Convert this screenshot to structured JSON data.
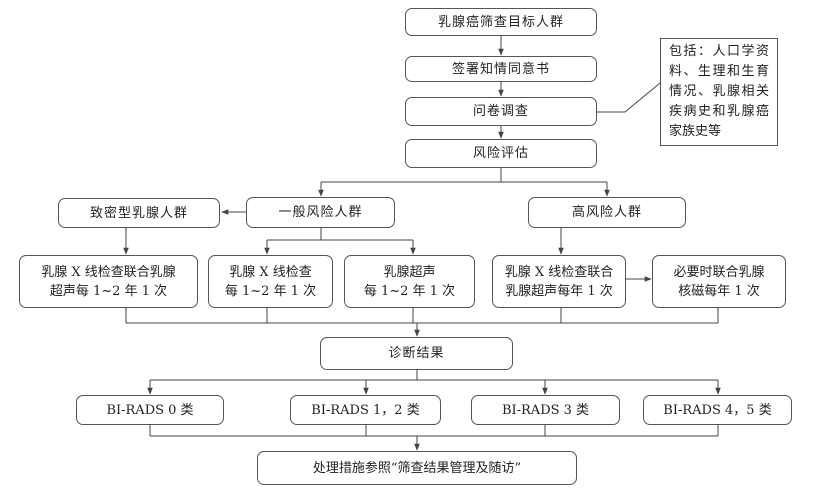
{
  "flow": {
    "target_population": "乳腺癌筛查目标人群",
    "informed_consent": "签署知情同意书",
    "questionnaire": "问卷调查",
    "questionnaire_note": "包括：人口学资料、生理和生育情况、乳腺相关疾病史和乳腺癌家族史等",
    "risk_assessment": "风险评估",
    "dense_breast_group": "致密型乳腺人群",
    "general_risk_group": "一般风险人群",
    "high_risk_group": "高风险人群",
    "dense_exam_line1": "乳腺 X 线检查联合乳腺",
    "dense_exam_line2": "超声每 1~2 年 1 次",
    "general_xray_line1": "乳腺 X 线检查",
    "general_xray_line2": "每 1~2 年 1 次",
    "general_us_line1": "乳腺超声",
    "general_us_line2": "每 1~2 年 1 次",
    "high_exam_line1": "乳腺 X 线检查联合",
    "high_exam_line2": "乳腺超声每年 1 次",
    "high_mri_line1": "必要时联合乳腺",
    "high_mri_line2": "核磁每年 1 次",
    "diagnosis_result": "诊断结果",
    "birads_0": "BI-RADS 0 类",
    "birads_12": "BI-RADS 1，2 类",
    "birads_3": "BI-RADS 3 类",
    "birads_45": "BI-RADS 4，5 类",
    "management": "处理措施参照“筛查结果管理及随访”"
  }
}
